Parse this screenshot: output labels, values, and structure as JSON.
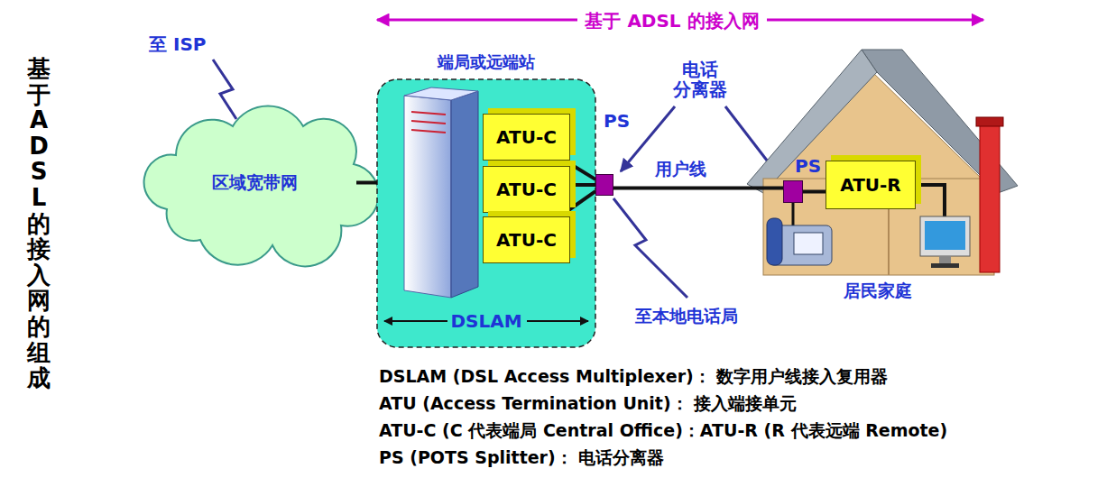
{
  "diagram": {
    "title": "基于 ADSL 的接入网的组成",
    "nodes": [
      {
        "text": [
          "区域宽带网"
        ]
      },
      {
        "text": [
          "端局或远端站",
          "DSLAM"
        ]
      },
      {
        "text": [
          "ATU-C"
        ],
        "in": 1
      },
      {
        "text": [
          "ATU-C"
        ],
        "in": 1
      },
      {
        "text": [
          "ATU-C"
        ],
        "in": 1
      },
      {
        "text": [
          "PS"
        ]
      },
      {
        "text": [
          "居民家庭"
        ]
      },
      {
        "text": [
          "PS"
        ],
        "in": 6
      },
      {
        "text": [
          "ATU-R"
        ],
        "in": 6
      }
    ],
    "edges": [
      {
        "from": 0,
        "to": 1,
        "arrow": "none"
      },
      {
        "from": 2,
        "to": 5,
        "arrow": "none"
      },
      {
        "from": 3,
        "to": 5,
        "arrow": "none"
      },
      {
        "from": 4,
        "to": 5,
        "arrow": "none"
      },
      {
        "from": 5,
        "to": 7,
        "label": "用户线",
        "arrow": "none"
      },
      {
        "from": 7,
        "to": 8,
        "arrow": "none"
      }
    ],
    "labels": [
      "基于 ADSL 的接入网",
      "至 ISP",
      "电话 分离器",
      "至本地电话局",
      "DSLAM (DSL Access Multiplexer)： 数字用户线接入复用器",
      "ATU (Access Termination Unit)： 接入端接单元",
      "ATU-C (C 代表端局 Central Office)：ATU-R (R 代表远端 Remote)",
      "PS (POTS Splitter)： 电话分离器"
    ]
  }
}
